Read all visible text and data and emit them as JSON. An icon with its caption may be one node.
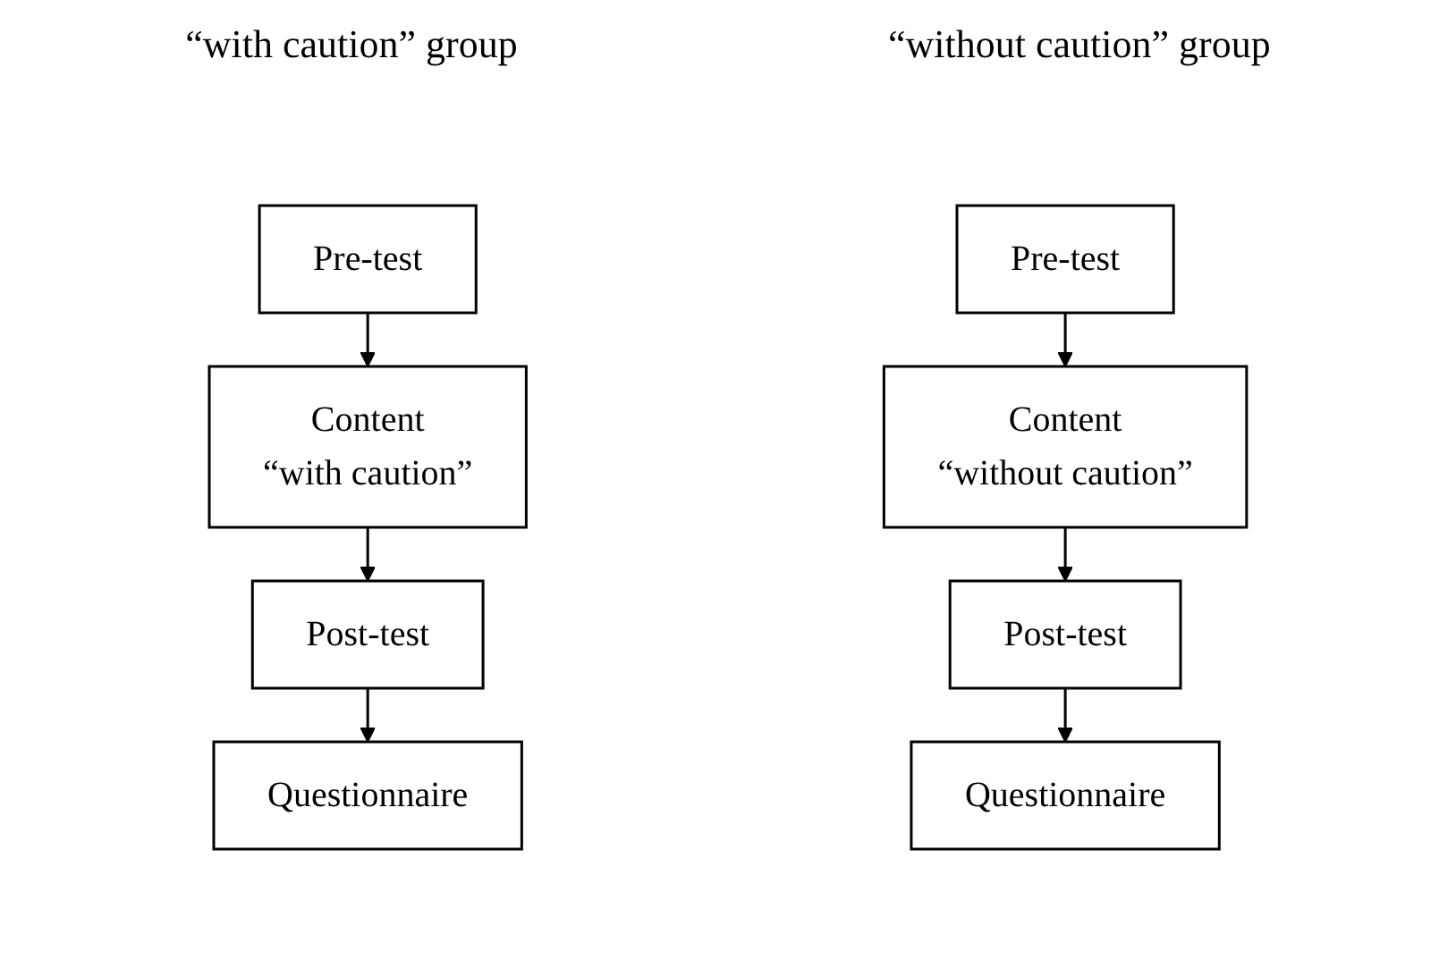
{
  "diagram": {
    "nodes": [
      {
        "text": [
          "Pre-test"
        ]
      },
      {
        "text": [
          "Content",
          "“with caution”"
        ]
      },
      {
        "text": [
          "Post-test"
        ]
      },
      {
        "text": [
          "Questionnaire"
        ]
      },
      {
        "text": [
          "Pre-test"
        ]
      },
      {
        "text": [
          "Content",
          "“without caution”"
        ]
      },
      {
        "text": [
          "Post-test"
        ]
      },
      {
        "text": [
          "Questionnaire"
        ]
      }
    ],
    "edges": [
      {
        "from": 0,
        "to": 1,
        "arrow": "to"
      },
      {
        "from": 1,
        "to": 2,
        "arrow": "to"
      },
      {
        "from": 2,
        "to": 3,
        "arrow": "to"
      },
      {
        "from": 4,
        "to": 5,
        "arrow": "to"
      },
      {
        "from": 5,
        "to": 6,
        "arrow": "to"
      },
      {
        "from": 6,
        "to": 7,
        "arrow": "to"
      }
    ],
    "labels": [
      "“with caution” group",
      "“without caution” group"
    ]
  }
}
